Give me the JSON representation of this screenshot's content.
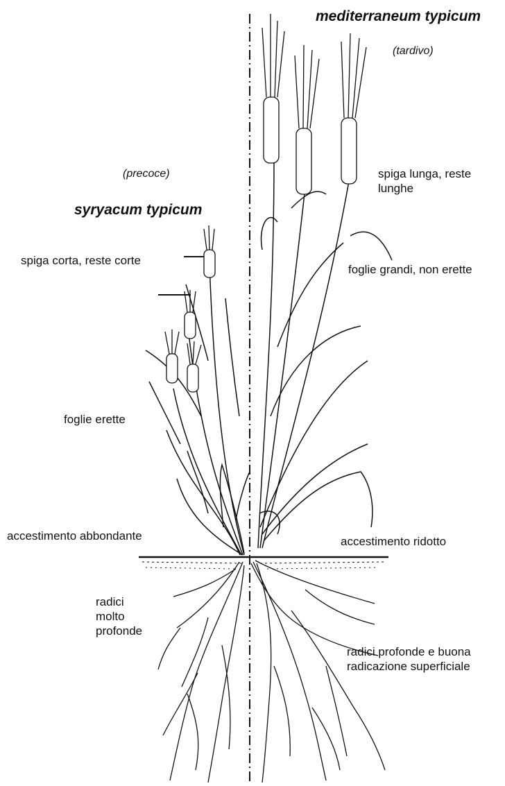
{
  "left_variety": {
    "name": "syryacum typicum",
    "timing": "(precoce)",
    "spike": "spiga corta, reste corte",
    "leaves": "foglie erette",
    "tillering": "accestimento abbondante",
    "roots": "radici\nmolto\nprofonde"
  },
  "right_variety": {
    "name": "mediterraneum typicum",
    "timing": "(tardivo)",
    "spike": "spiga lunga, reste\nlunghe",
    "leaves": "foglie grandi, non erette",
    "tillering": "accestimento ridotto",
    "roots": "radici profonde e buona\nradicazione superficiale"
  },
  "colors": {
    "ink": "#111111",
    "background": "#ffffff"
  }
}
